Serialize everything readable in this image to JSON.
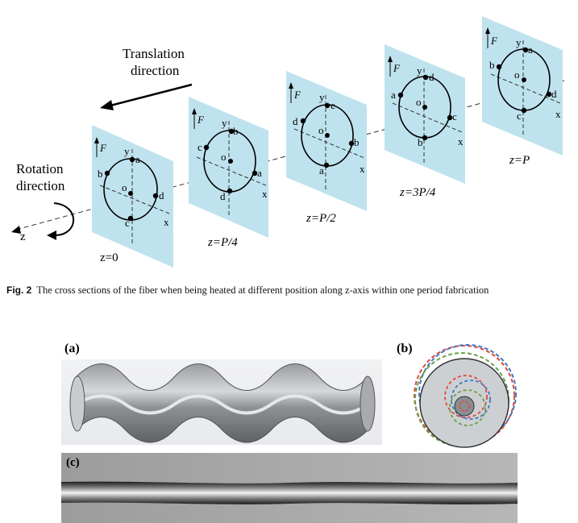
{
  "fig2": {
    "translation_label_1": "Translation",
    "translation_label_2": "direction",
    "rotation_label_1": "Rotation",
    "rotation_label_2": "direction",
    "z_axis_label": "z",
    "axis_x": "x",
    "axis_y": "y",
    "axis_f": "F",
    "point_o": "o",
    "point_a": "a",
    "point_b": "b",
    "point_c": "c",
    "point_d": "d",
    "planes": [
      {
        "pos": "z=0"
      },
      {
        "pos": "z=P/4"
      },
      {
        "pos": "z=P/2"
      },
      {
        "pos": "z=3P/4"
      },
      {
        "pos": "z=P"
      }
    ],
    "caption_label": "Fig. 2",
    "caption_text": "The cross sections of the fiber when being heated at different position along z-axis within one period fabrication",
    "plane_color": "#bfe3ee"
  },
  "fig3": {
    "label_a": "(a)",
    "label_b": "(b)",
    "label_c": "(c)",
    "dash_colors": [
      "#e04a3c",
      "#3a7ac8",
      "#6aa04a"
    ]
  }
}
